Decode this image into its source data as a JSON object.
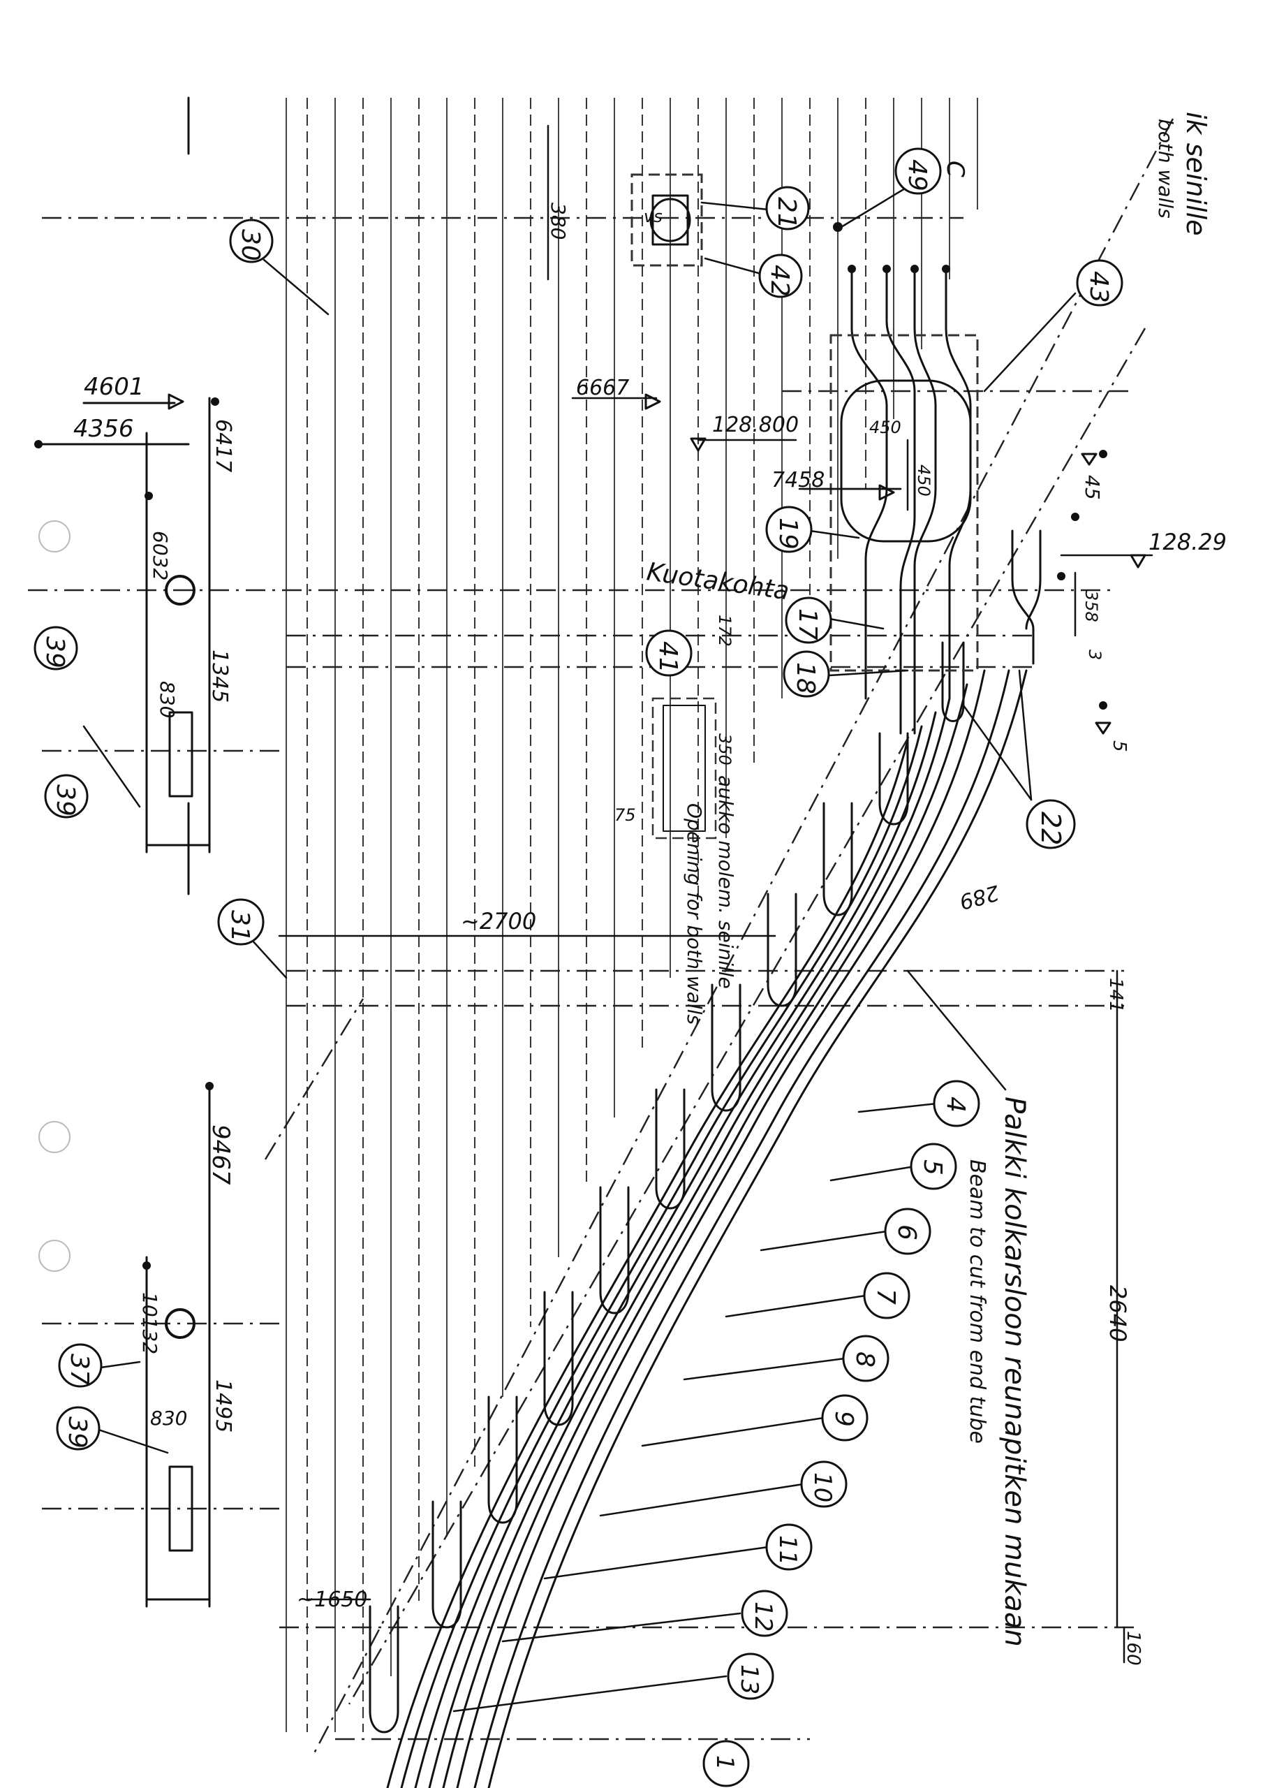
{
  "callouts": {
    "c30": "30",
    "c49": "49",
    "c21": "21",
    "c42": "42",
    "c43": "43",
    "c19": "19",
    "c17": "17",
    "c18": "18",
    "c41": "41",
    "c22": "22",
    "c31": "31",
    "c39a": "39",
    "c39b": "39",
    "c39c": "39",
    "c37": "37",
    "c4": "4",
    "c5": "5",
    "c6": "6",
    "c7": "7",
    "c8": "8",
    "c9": "9",
    "c10": "10",
    "c11": "11",
    "c12": "12",
    "c13": "13",
    "c14": "1"
  },
  "dimensions": {
    "d4601": "4601",
    "d4356": "4356",
    "d6417": "6417",
    "d6032": "6032",
    "d1345": "1345",
    "d830a": "830",
    "d6667": "6667",
    "d380": "380",
    "d450a": "450",
    "d450b": "450",
    "d7458": "7458",
    "d128800": "128.800",
    "d12829": "128.29",
    "d45": "45",
    "d358": "358",
    "d3": "3",
    "d5": "5",
    "d172": "172",
    "d350": "350",
    "d75": "75",
    "d2700": "~2700",
    "d289": "289",
    "d141": "141",
    "d9467": "9467",
    "d10132": "10132",
    "d830b": "830",
    "d1495": "1495",
    "d2640": "2640",
    "d1650": "~1650",
    "d160": "160",
    "dC": "C",
    "dvs": "vs"
  },
  "notes": {
    "title_fi": "ik seinille",
    "title_en": "both walls",
    "kuota": "Kuotakohta",
    "opening_fi": "aukko molem. seinille",
    "opening_en": "Opening for both walls",
    "palkki_fi": "Palkki kolkarsloon reunapitken mukaan",
    "palkki_en": "Beam to cut from end tube"
  }
}
